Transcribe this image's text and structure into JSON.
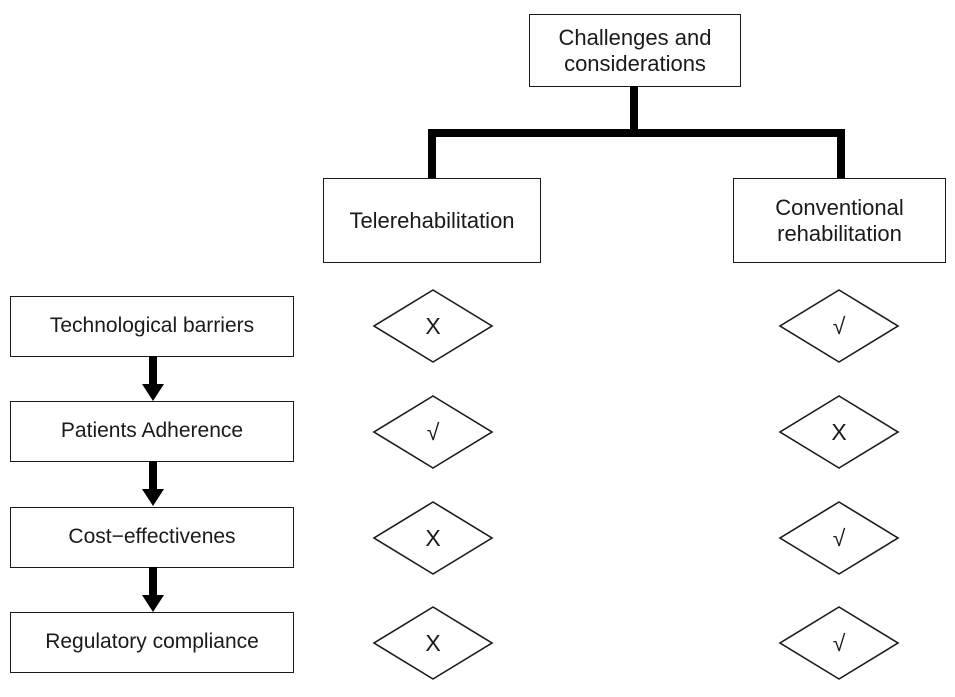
{
  "diagram": {
    "type": "comparison-tree",
    "root": {
      "label": "Challenges and\nconsiderations"
    },
    "branches": [
      {
        "label": "Telerehabilitation"
      },
      {
        "label": "Conventional\nrehabilitation"
      }
    ],
    "criteria": [
      {
        "label": "Technological barriers"
      },
      {
        "label": "Patients Adherence"
      },
      {
        "label": "Cost−effectivenes"
      },
      {
        "label": "Regulatory compliance"
      }
    ],
    "flow_arrows": [
      {
        "name": "arrow-down-icon"
      },
      {
        "name": "arrow-down-icon"
      },
      {
        "name": "arrow-down-icon"
      }
    ],
    "ratings": {
      "telerehabilitation": [
        "X",
        "√",
        "X",
        "X"
      ],
      "conventional_rehabilitation": [
        "√",
        "X",
        "√",
        "√"
      ]
    },
    "colors": {
      "stroke": "#1a1a1a",
      "connector": "#000000",
      "background": "#ffffff",
      "text": "#1a1a1a"
    }
  }
}
